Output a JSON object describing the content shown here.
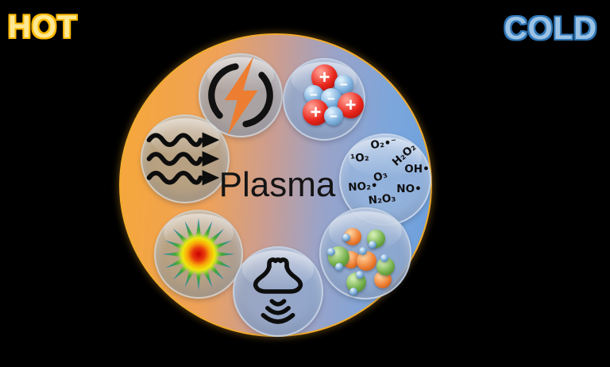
{
  "header": {
    "hot_label": "HOT",
    "cold_label": "COLD"
  },
  "diagram": {
    "center_label": "Plasma",
    "charged_particles": {
      "positive_symbol": "+",
      "negative_symbol": "−"
    },
    "reactive_species": [
      "O₂•⁻",
      "¹O₂",
      "H₂O₂",
      "OH•",
      "O₃",
      "NO₂•",
      "NO•",
      "N₂O₃"
    ],
    "nodes": [
      {
        "name": "electric-discharge",
        "icon": "lightning-discharge-icon"
      },
      {
        "name": "charged-particles",
        "icon": "ions-electrons-icon"
      },
      {
        "name": "reactive-species",
        "icon": "chemical-species-text"
      },
      {
        "name": "heat-flow",
        "icon": "heat-waves-icon"
      },
      {
        "name": "radiation-burst",
        "icon": "starburst-icon"
      },
      {
        "name": "ultrasound",
        "icon": "ultrasound-probe-icon"
      },
      {
        "name": "gas-molecules",
        "icon": "molecules-icon"
      }
    ],
    "colors": {
      "background": "#000000",
      "hot_fill": "#FFE894",
      "hot_outline": "#FFB900",
      "cold_fill": "#9CC3E5",
      "cold_outline": "#2F76B6",
      "gradient_left": "#F5A63E",
      "gradient_right": "#6FA0DC",
      "circle_rim": "#F2AC2E",
      "lightning": "#ED7D31",
      "positive_ion": "#E8251B",
      "electron": "#7FB2DF",
      "molecule_orange": "#ED7D31",
      "molecule_green": "#70AD47",
      "molecule_atom": "#6FA3D0",
      "center_text": "#141414"
    }
  }
}
